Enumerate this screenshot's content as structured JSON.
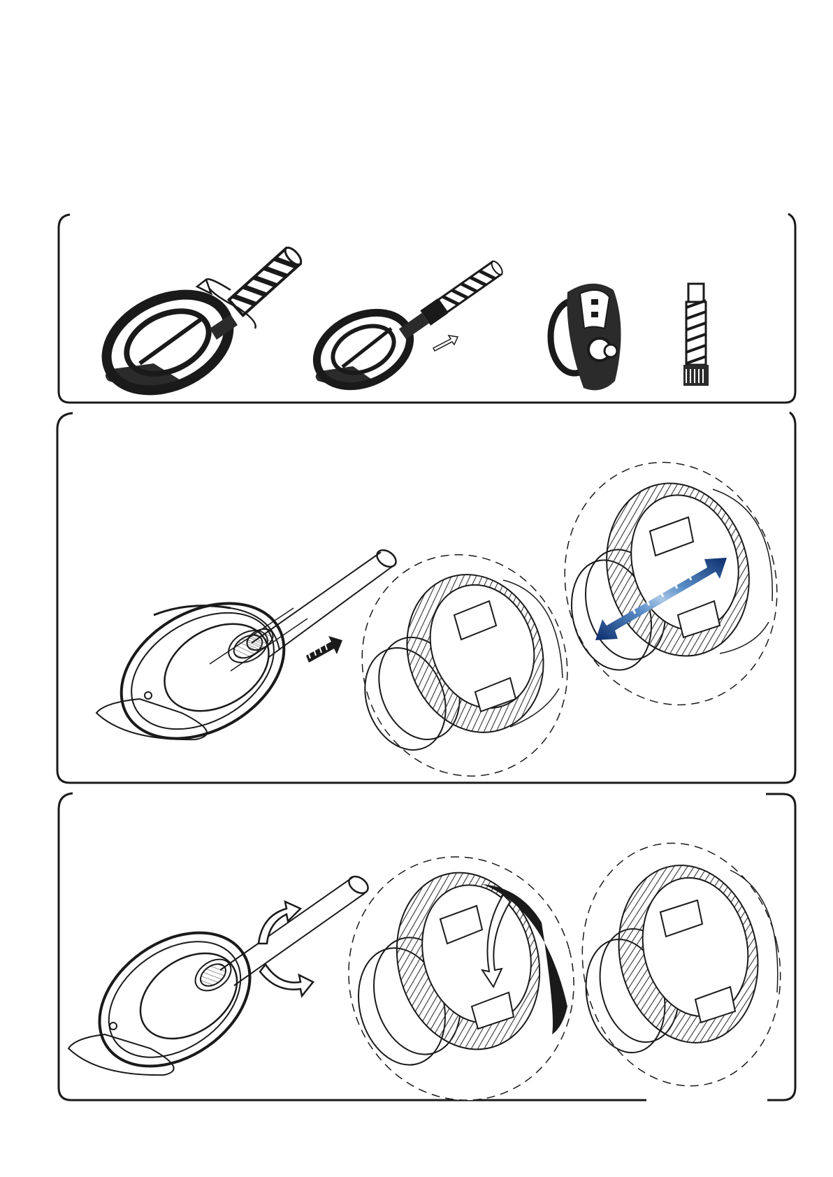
{
  "colors": {
    "ink": "#1a1a1a",
    "hatch": "#444444",
    "arrow_navy": "#0c2d6b",
    "arrow_blue": "#5a8fc9",
    "arrow_light": "#a9c6e6",
    "paper": "#ffffff"
  },
  "panels": [
    {
      "id": "top",
      "figures": [
        "hose-head-rotated",
        "hose-head-extended",
        "cleaner-front",
        "hose-segment"
      ],
      "arrows": [
        "rotate-arrow",
        "slide-arrow"
      ]
    },
    {
      "id": "middle",
      "figures": [
        "cleaner-with-pole",
        "coupling-detail",
        "coupling-detail-push-pull"
      ],
      "arrows": [
        "insert-arrow",
        "push-pull-arrow"
      ]
    },
    {
      "id": "bottom",
      "figures": [
        "cleaner-with-pole-twist",
        "coupling-detail-twist",
        "coupling-detail-locked"
      ],
      "arrows": [
        "twist-arrow",
        "lock-rotate-arrow"
      ]
    }
  ]
}
